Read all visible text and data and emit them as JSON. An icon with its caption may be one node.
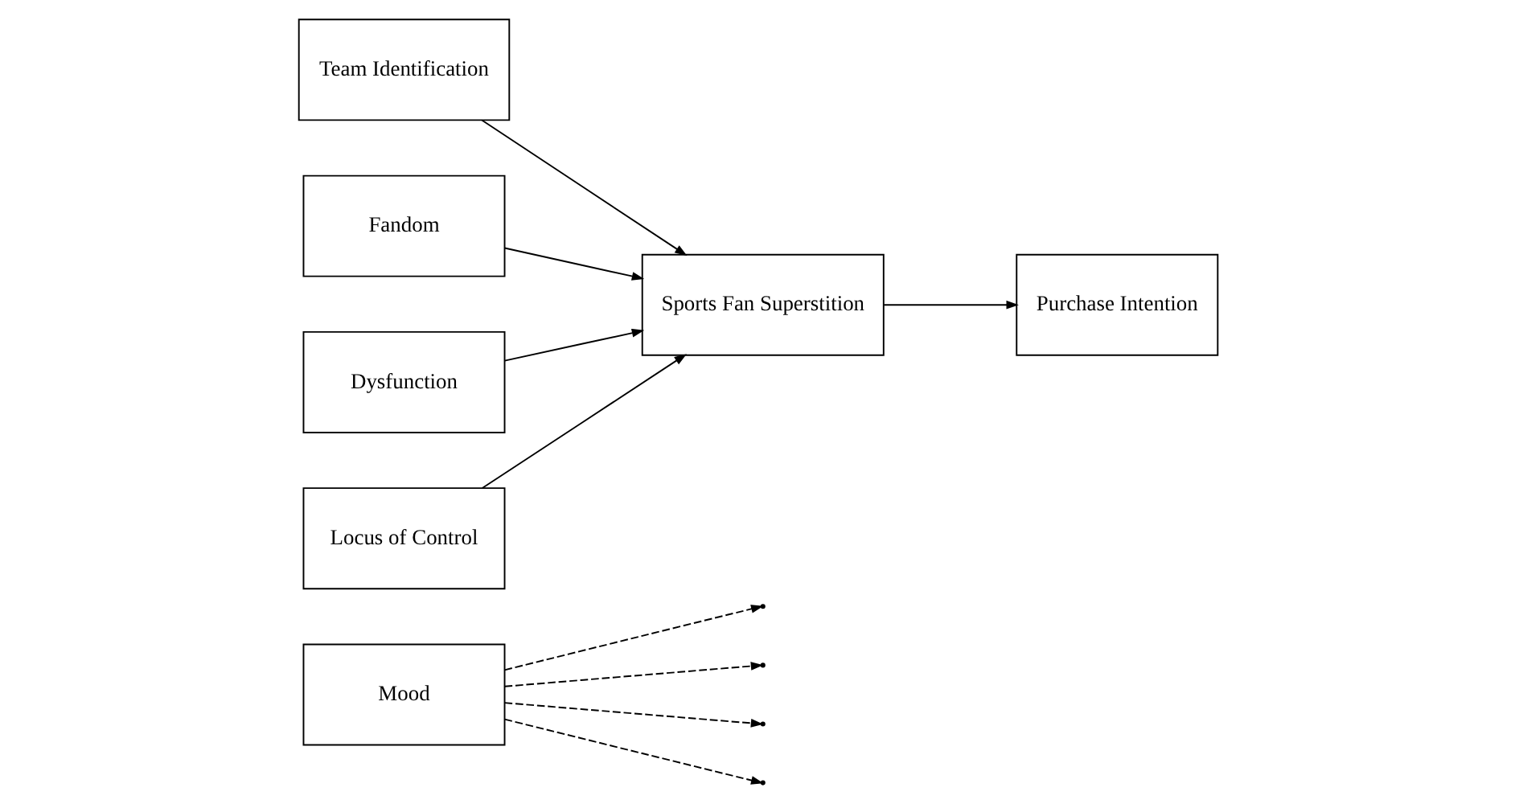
{
  "diagram": {
    "nodes": [
      {
        "text": [
          "Mood"
        ]
      },
      {
        "text": [
          "Team Identification"
        ]
      },
      {
        "text": [
          "Fandom"
        ]
      },
      {
        "text": [
          "Dysfunction"
        ]
      },
      {
        "text": [
          "Locus of Control"
        ]
      },
      {
        "text": [
          "Sports Fan Superstition"
        ]
      },
      {
        "text": [
          "Purchase Intention"
        ]
      }
    ],
    "edges": [
      {
        "from": 1,
        "to": 5,
        "arrow": "to"
      },
      {
        "from": 2,
        "to": 5,
        "arrow": "to"
      },
      {
        "from": 3,
        "to": 5,
        "arrow": "to"
      },
      {
        "from": 4,
        "to": 5,
        "arrow": "to"
      },
      {
        "from": 0,
        "to": null,
        "arrow": "to",
        "style": "dashed"
      },
      {
        "from": 0,
        "to": null,
        "arrow": "to",
        "style": "dashed"
      },
      {
        "from": 0,
        "to": null,
        "arrow": "to",
        "style": "dashed"
      },
      {
        "from": 0,
        "to": null,
        "arrow": "to",
        "style": "dashed"
      },
      {
        "from": 5,
        "to": 6,
        "arrow": "to"
      }
    ]
  }
}
